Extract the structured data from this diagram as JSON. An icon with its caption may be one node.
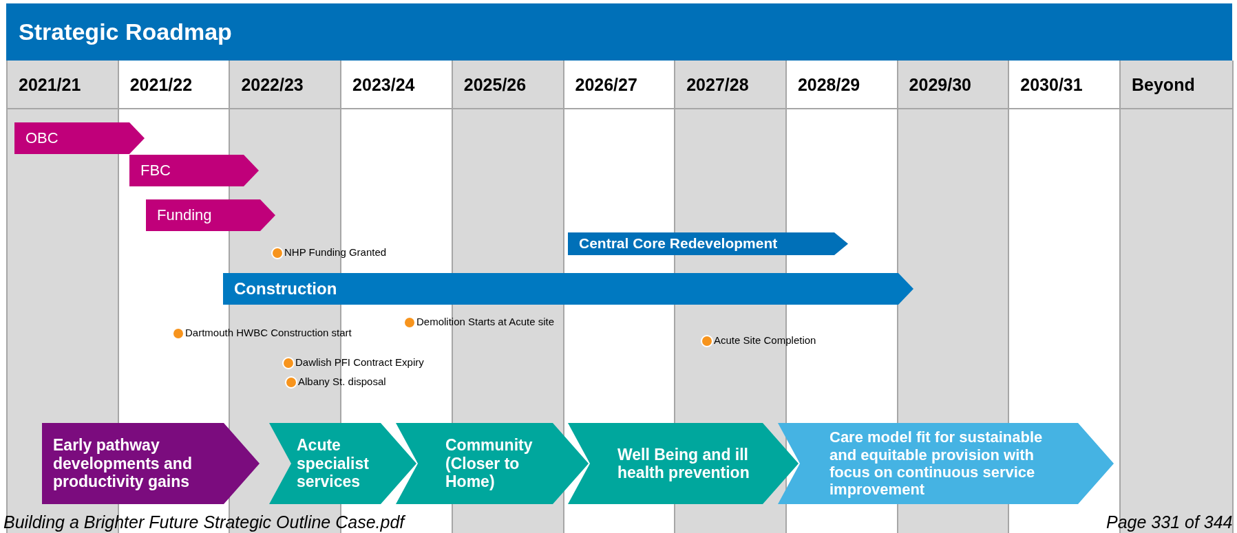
{
  "diagram": {
    "title": "Strategic Roadmap",
    "nodes": [
      {
        "text": [
          "OBC"
        ]
      },
      {
        "text": [
          "FBC"
        ]
      },
      {
        "text": [
          "Funding"
        ]
      },
      {
        "text": [
          "Central Core Redevelopment"
        ]
      },
      {
        "text": [],
        "shape": "circle",
        "beside": [
          "NHP Funding Granted"
        ]
      },
      {
        "text": [
          "Construction"
        ]
      },
      {
        "text": [],
        "shape": "circle",
        "beside": [
          "Demolition Starts at Acute site"
        ]
      },
      {
        "text": [],
        "shape": "circle",
        "beside": [
          "Dartmouth HWBC Construction start"
        ]
      },
      {
        "text": [],
        "shape": "circle",
        "beside": [
          "Acute Site Completion"
        ]
      },
      {
        "text": [],
        "shape": "circle",
        "beside": [
          "Dawlish PFI Contract Expiry"
        ]
      },
      {
        "text": [],
        "shape": "circle",
        "beside": [
          "Albany St. disposal"
        ]
      },
      {
        "text": [
          "Early pathway developments and productivity gains"
        ]
      },
      {
        "text": [
          "Acute specialist services"
        ]
      },
      {
        "text": [
          "Community (Closer to Home)"
        ]
      },
      {
        "text": [
          "Well Being and ill health prevention"
        ]
      },
      {
        "text": [
          "Care model fit for sustainable and equitable provision with focus on continuous service improvement"
        ]
      }
    ],
    "labels": [
      "2021/21",
      "2021/22",
      "2022/23",
      "2023/24",
      "2025/26",
      "2026/27",
      "2027/28",
      "2028/29",
      "2029/30",
      "2030/31",
      "Beyond",
      "Building a Brighter Future Strategic Outline Case.pdf",
      "Page 331 of 344"
    ]
  }
}
